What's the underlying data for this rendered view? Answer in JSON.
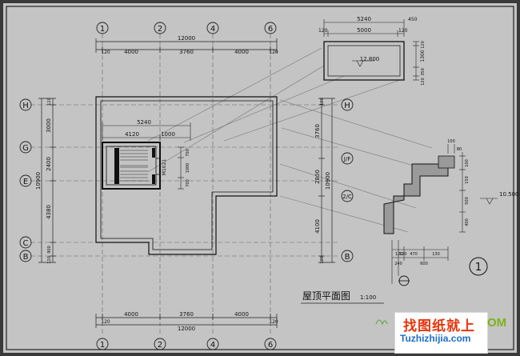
{
  "plan": {
    "title": "屋顶平面图",
    "scale": "1:100",
    "axes_x": [
      "1",
      "2",
      "4",
      "6"
    ],
    "axes_y": [
      "H",
      "G",
      "E",
      "C",
      "B"
    ],
    "axes_y_right": [
      "H",
      "J/F",
      "2/C",
      "B"
    ],
    "top_total": "12000",
    "top_segments": [
      "120",
      "4000",
      "3760",
      "4000",
      "120"
    ],
    "bottom_total": "12000",
    "bottom_segments": [
      "120",
      "4000",
      "3760",
      "4000",
      "120"
    ],
    "left_total": "10900",
    "left_segments": [
      "120",
      "3000",
      "2400",
      "4380",
      "900",
      "120"
    ],
    "right_total": "10900",
    "right_segments": [
      "120",
      "3760",
      "2800",
      "4100",
      "120"
    ],
    "stair_width": "5240",
    "stair_width_a": "4120",
    "stair_width_b": "1000",
    "stair_v": [
      "700",
      "1000",
      "700"
    ],
    "door_code": "M1021"
  },
  "tank": {
    "dims_top_outer": "5240",
    "dims_top_side": "450",
    "dims_top_inner": "5000",
    "dims_top_edges": [
      "120",
      "120"
    ],
    "dims_right": [
      "120",
      "1300",
      "350",
      "120"
    ],
    "elevation": "12.800"
  },
  "detail": {
    "number": "1",
    "elevation": "10.500",
    "bottom_dims": [
      "120",
      "120",
      "470",
      "130"
    ],
    "bottom_total_a": "240",
    "bottom_total_b": "600",
    "side_dims": [
      "100",
      "150",
      "500",
      "400"
    ],
    "top_dims": [
      "100",
      "80"
    ]
  },
  "watermark": {
    "cn": "找图纸就上",
    "en": "Tuzhizhijia.com",
    "en_tail": "OM"
  }
}
